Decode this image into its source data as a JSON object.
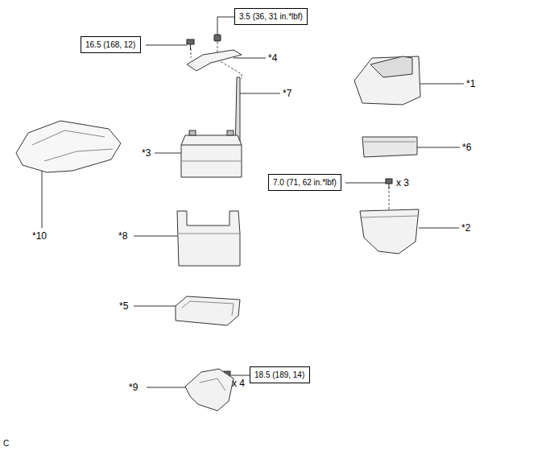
{
  "diagram": {
    "nodes": [
      {
        "text": [
          "3.5 (36, 31 in.*lbf)"
        ]
      },
      {
        "text": [
          "16.5 (168, 12)"
        ]
      },
      {
        "text": [
          "7.0 (71, 62 in.*lbf)"
        ]
      },
      {
        "text": [
          "18.5 (189, 14)"
        ]
      }
    ],
    "labels": [
      "*4",
      "*1",
      "*7",
      "*6",
      "*3",
      "x 3",
      "*2",
      "*10",
      "*8",
      "*5",
      "*9",
      "x 4",
      "C"
    ]
  }
}
